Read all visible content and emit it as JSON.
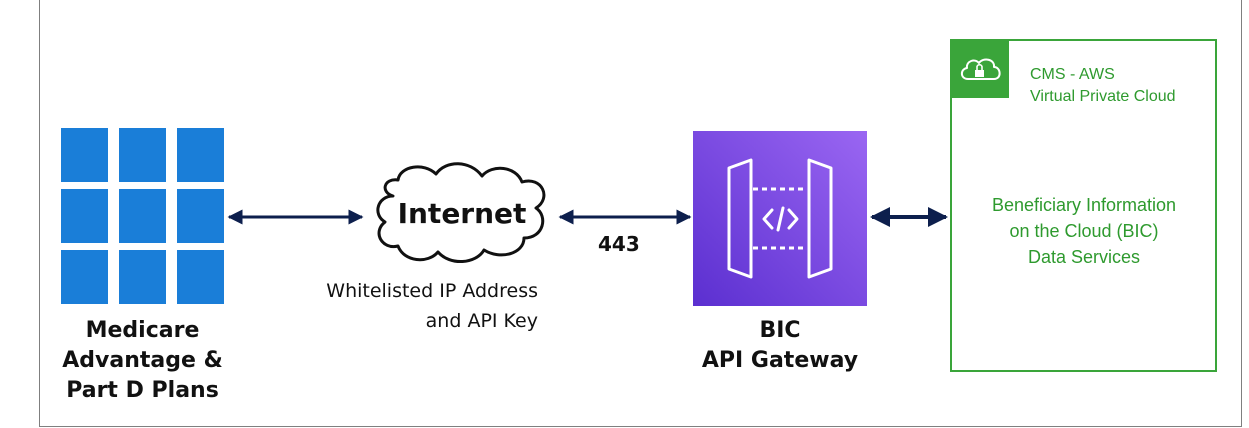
{
  "colors": {
    "tile_blue": "#1a7ed8",
    "arrow_navy": "#0d1f4d",
    "gateway_purple_top": "#9a66f2",
    "gateway_purple_bottom": "#5b2fd0",
    "vpc_green": "#3aa53a",
    "vpc_text_green": "#2e9a2e"
  },
  "nodes": {
    "plans": {
      "icon": "grid-tiles-icon",
      "label_lines": [
        "Medicare",
        "Advantage &",
        "Part D Plans"
      ]
    },
    "internet": {
      "icon": "cloud-icon",
      "label": "Internet",
      "caption_lines": [
        "Whitelisted IP Address",
        "and API Key"
      ]
    },
    "gateway": {
      "icon": "api-gateway-icon",
      "label_lines": [
        "BIC",
        "API Gateway"
      ]
    },
    "vpc": {
      "icon": "cloud-lock-icon",
      "header_lines": [
        "CMS - AWS",
        "Virtual Private Cloud"
      ],
      "body_lines": [
        "Beneficiary Information",
        "on the Cloud (BIC)",
        "Data Services"
      ]
    }
  },
  "connections": {
    "internet_to_gateway_port": "443"
  }
}
